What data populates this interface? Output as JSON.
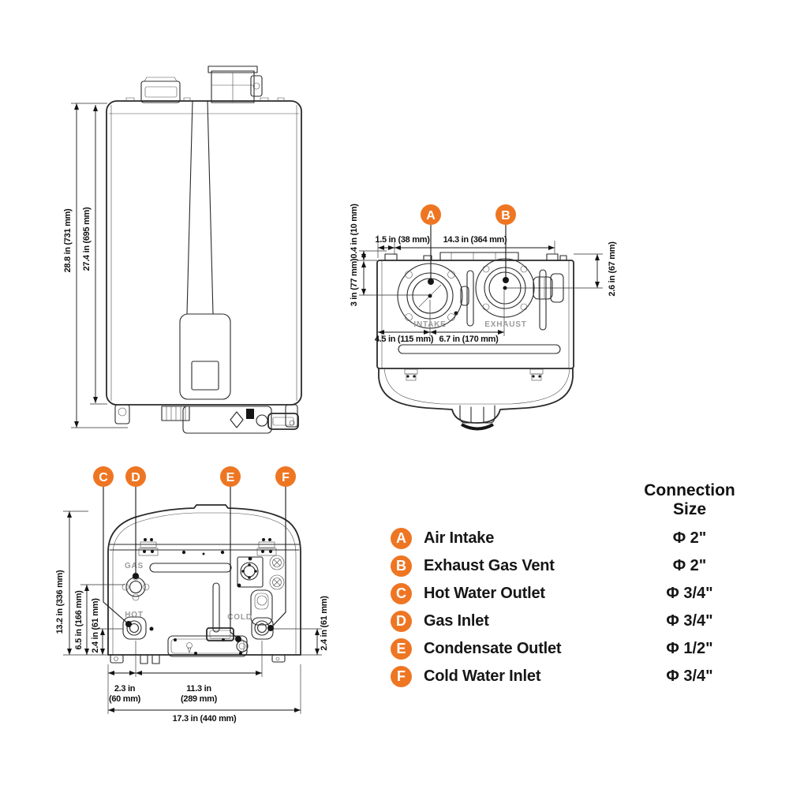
{
  "colors": {
    "accent": "#EE7623",
    "line": "#2a2a2a",
    "dim_text": "#101010",
    "port_label": "#9b9b9b"
  },
  "front_view": {
    "dim_overall_height": "28.8 in (731 mm)",
    "dim_cabinet_height": "27.4 in (695 mm)"
  },
  "top_view": {
    "label_intake": "INTAKE",
    "label_exhaust": "EXHAUST",
    "dim_left_offset": "1.5 in (38 mm)",
    "dim_vent_span": "14.3 in (364 mm)",
    "dim_top_lip": "0.4 in (10 mm)",
    "dim_intake_depth": "3 in (77 mm)",
    "dim_exhaust_depth": "2.6 in (67 mm)",
    "dim_intake_offset": "4.5 in (115 mm)",
    "dim_intake_to_exhaust": "6.7 in (170 mm)"
  },
  "bottom_view": {
    "label_gas": "GAS",
    "label_hot": "HOT",
    "label_cold": "COLD",
    "dim_total_height": "13.2 in (336 mm)",
    "dim_gas_height": "6.5 in (166 mm)",
    "dim_hot_height": "2.4 in (61 mm)",
    "dim_cold_height": "2.4 in (61 mm)",
    "dim_hot_offset_line1": "2.3 in",
    "dim_hot_offset_line2": "(60 mm)",
    "dim_hot_to_cold_line1": "11.3 in",
    "dim_hot_to_cold_line2": "(289 mm)",
    "dim_total_width": "17.3 in (440 mm)"
  },
  "legend": {
    "header_line1": "Connection",
    "header_line2": "Size",
    "rows": [
      {
        "id": "A",
        "label": "Air Intake",
        "size": "Φ 2\""
      },
      {
        "id": "B",
        "label": "Exhaust Gas Vent",
        "size": "Φ 2\""
      },
      {
        "id": "C",
        "label": "Hot Water Outlet",
        "size": "Φ 3/4\""
      },
      {
        "id": "D",
        "label": "Gas Inlet",
        "size": "Φ 3/4\""
      },
      {
        "id": "E",
        "label": "Condensate Outlet",
        "size": "Φ 1/2\""
      },
      {
        "id": "F",
        "label": "Cold Water Inlet",
        "size": "Φ 3/4\""
      }
    ]
  }
}
